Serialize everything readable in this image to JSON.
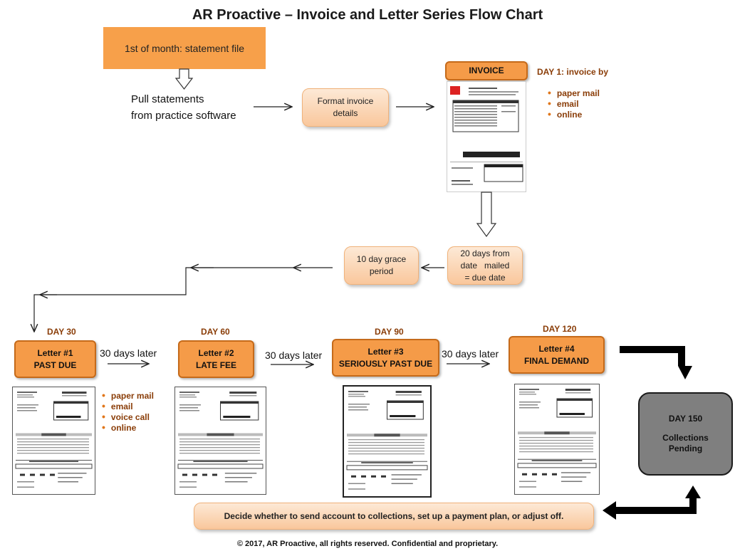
{
  "title": "AR Proactive – Invoice and Letter Series Flow Chart",
  "statement_file": "1st of month: statement file",
  "pull_statements": [
    "Pull statements",
    "from practice software"
  ],
  "format_invoice": [
    "Format invoice",
    "details"
  ],
  "invoice": {
    "label": "INVOICE",
    "day_label": "DAY 1: invoice by",
    "methods": [
      "paper mail",
      "email",
      "online"
    ]
  },
  "grace_period": [
    "10 day grace",
    "period"
  ],
  "due_date": [
    "20 days from",
    "date   mailed",
    "= due date"
  ],
  "letters": [
    {
      "day": "DAY 30",
      "title": "Letter #1",
      "subtitle": "PAST DUE"
    },
    {
      "day": "DAY 60",
      "title": "Letter #2",
      "subtitle": "LATE FEE"
    },
    {
      "day": "DAY 90",
      "title": "Letter #3",
      "subtitle": "SERIOUSLY PAST DUE"
    },
    {
      "day": "DAY 120",
      "title": "Letter #4",
      "subtitle": "FINAL DEMAND"
    }
  ],
  "letter1_methods": [
    "paper mail",
    "email",
    "voice call",
    "online"
  ],
  "later_label": "30 days later",
  "collections": {
    "day": "DAY 150",
    "line1": "Collections",
    "line2": "Pending"
  },
  "decide": "Decide whether to send account to collections, set up a payment plan, or adjust off.",
  "footer": "© 2017, AR Proactive, all rights reserved.  Confidential and proprietary."
}
